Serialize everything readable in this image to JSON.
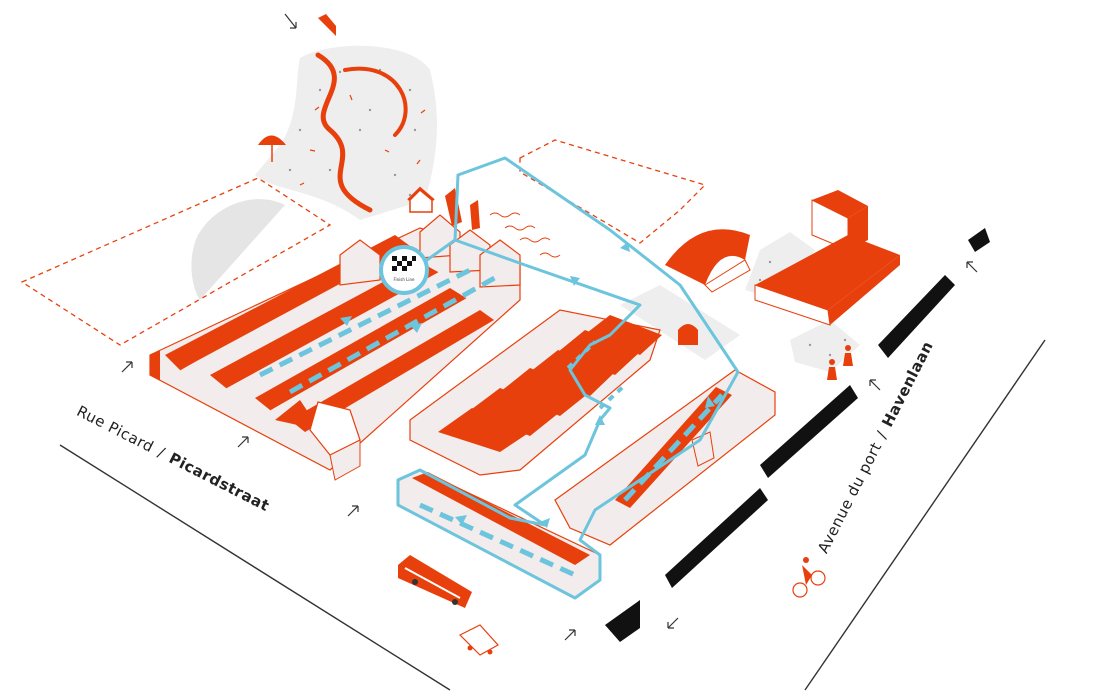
{
  "streets": {
    "west_fr": "Rue Picard",
    "west_nl": "Picardstraat",
    "east_fr": "Avenue du port",
    "east_nl": "Havenlaan",
    "separator": "/"
  },
  "badge": {
    "icon": "finish-flag-icon",
    "caption": "Finish Line"
  },
  "colors": {
    "building": "#e8400c",
    "route": "#6cc4dd",
    "wall": "#111111",
    "outline": "#e8400c",
    "dots": "#999999",
    "fill_light": "#eeeeee"
  }
}
